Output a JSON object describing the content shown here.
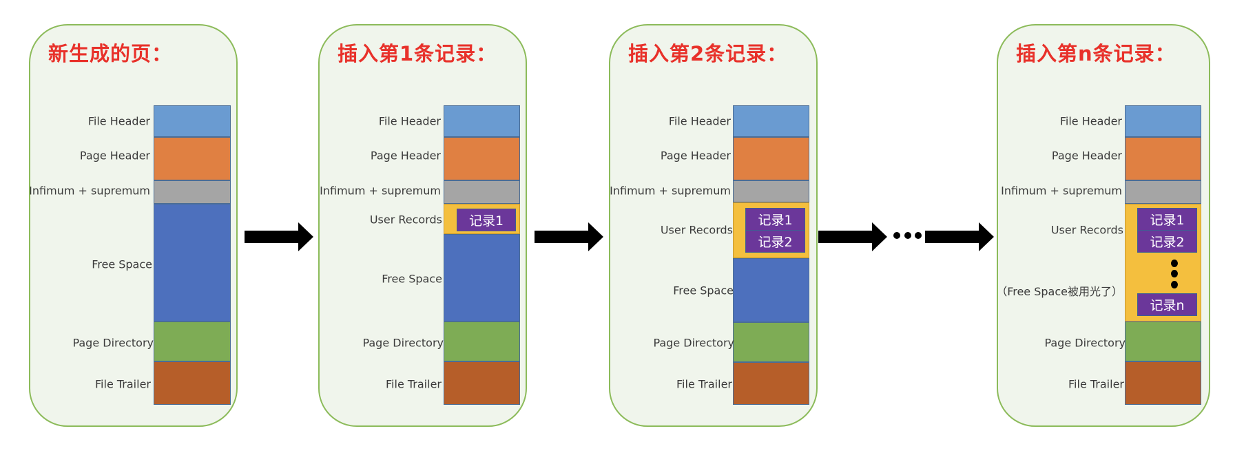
{
  "colors": {
    "file_header": "#6a9bd1",
    "page_header": "#e08042",
    "infimum": "#a5a5a5",
    "free_space": "#4d70bd",
    "user_records": "#f4bf3e",
    "page_directory": "#7eac55",
    "file_trailer": "#b65e29",
    "record": "#6b379a",
    "title": "#e8312a"
  },
  "panels": [
    {
      "title": "新生成的页：",
      "labels": {
        "file_header": "File Header",
        "page_header": "Page Header",
        "infimum": "Infimum + supremum",
        "free_space": "Free Space",
        "page_directory": "Page Directory",
        "file_trailer": "File Trailer"
      }
    },
    {
      "title": "插入第1条记录：",
      "labels": {
        "file_header": "File Header",
        "page_header": "Page Header",
        "infimum": "Infimum + supremum",
        "user_records": "User Records",
        "free_space": "Free Space",
        "page_directory": "Page Directory",
        "file_trailer": "File Trailer"
      },
      "records": [
        "记录1"
      ]
    },
    {
      "title": "插入第2条记录：",
      "labels": {
        "file_header": "File Header",
        "page_header": "Page Header",
        "infimum": "Infimum + supremum",
        "user_records": "User Records",
        "free_space": "Free Space",
        "page_directory": "Page Directory",
        "file_trailer": "File Trailer"
      },
      "records": [
        "记录1",
        "记录2"
      ]
    },
    {
      "title": "插入第n条记录：",
      "labels": {
        "file_header": "File Header",
        "page_header": "Page Header",
        "infimum": "Infimum + supremum",
        "user_records": "User Records",
        "free_space_note": "（Free Space被用光了）",
        "page_directory": "Page Directory",
        "file_trailer": "File Trailer"
      },
      "records": [
        "记录1",
        "记录2",
        "记录n"
      ]
    }
  ]
}
